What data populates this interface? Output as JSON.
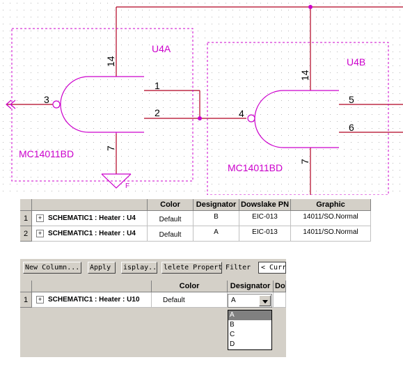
{
  "schematic": {
    "gate_a": {
      "ref": "U4A",
      "part": "MC14011BD",
      "pins": {
        "vdd": "14",
        "in1": "1",
        "in2": "2",
        "out": "3",
        "vss": "7"
      },
      "ground_label": "F"
    },
    "gate_b": {
      "ref": "U4B",
      "part": "MC14011BD",
      "pins": {
        "vdd": "14",
        "in1": "5",
        "in2": "6",
        "out": "4",
        "vss": "7"
      }
    },
    "colors": {
      "wire": "#b00020",
      "component": "#cc00cc",
      "grid_dot": "#b8b8b8"
    }
  },
  "grid1": {
    "columns": [
      "Color",
      "Designator",
      "Dowslake PN",
      "Graphic"
    ],
    "rows": [
      {
        "num": "1",
        "name": "SCHEMATIC1 : Heater : U4",
        "color": "Default",
        "designator": "B",
        "pn": "EIC-013",
        "graphic": "14011/SO.Normal"
      },
      {
        "num": "2",
        "name": "SCHEMATIC1 : Heater : U4",
        "color": "Default",
        "designator": "A",
        "pn": "EIC-013",
        "graphic": "14011/SO.Normal"
      }
    ]
  },
  "panel2": {
    "toolbar": {
      "new_column": "New Column...",
      "apply": "Apply",
      "display": "isplay..",
      "delete_property": "lelete Property",
      "filter_label": "Filter",
      "filter_value": "< Curr"
    },
    "columns": [
      "Color",
      "Designator",
      "Do"
    ],
    "row": {
      "num": "1",
      "name": "SCHEMATIC1 : Heater : U10",
      "color": "Default",
      "designator": "A"
    },
    "dropdown": {
      "options": [
        "A",
        "B",
        "C",
        "D"
      ],
      "selected": "A"
    }
  }
}
